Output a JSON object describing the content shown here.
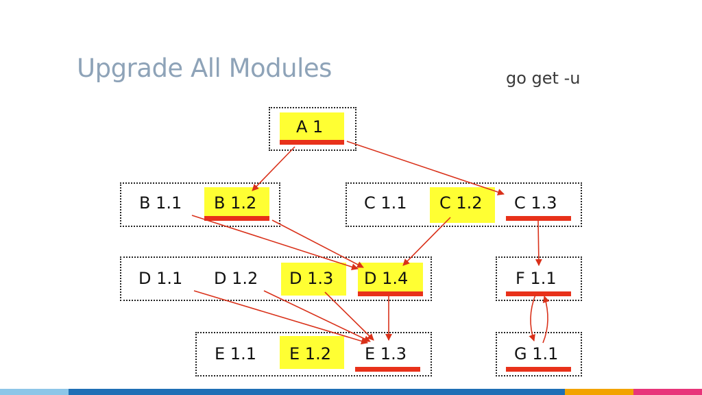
{
  "slide": {
    "title": "Upgrade All Modules",
    "command": "go get -u"
  },
  "modules": {
    "A1": "A 1",
    "B11": "B 1.1",
    "B12": "B 1.2",
    "C11": "C 1.1",
    "C12": "C 1.2",
    "C13": "C 1.3",
    "D11": "D 1.1",
    "D12": "D 1.2",
    "D13": "D 1.3",
    "D14": "D 1.4",
    "F11": "F 1.1",
    "E11": "E 1.1",
    "E12": "E 1.2",
    "E13": "E 1.3",
    "G11": "G 1.1"
  },
  "colors": {
    "highlight": "#ffff33",
    "selected_underline": "#e8311a",
    "arrow": "#d9311a",
    "title": "#8ea3b8"
  },
  "footer_colors": [
    "#8dc6e8",
    "#1f6fb5",
    "#f2a300",
    "#e8347a"
  ]
}
